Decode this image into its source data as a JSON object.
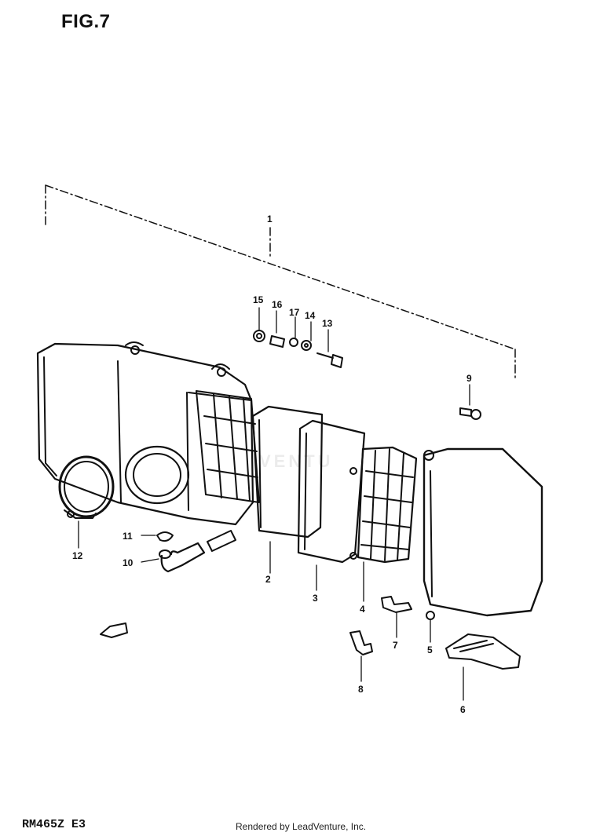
{
  "figure": {
    "title": "FIG.7",
    "model_code": "RM465Z E3",
    "credit": "Rendered by LeadVenture, Inc.",
    "watermark": "VENTU"
  },
  "callouts": [
    "1",
    "2",
    "3",
    "4",
    "5",
    "6",
    "7",
    "8",
    "9",
    "10",
    "11",
    "12",
    "13",
    "14",
    "15",
    "16",
    "17"
  ]
}
